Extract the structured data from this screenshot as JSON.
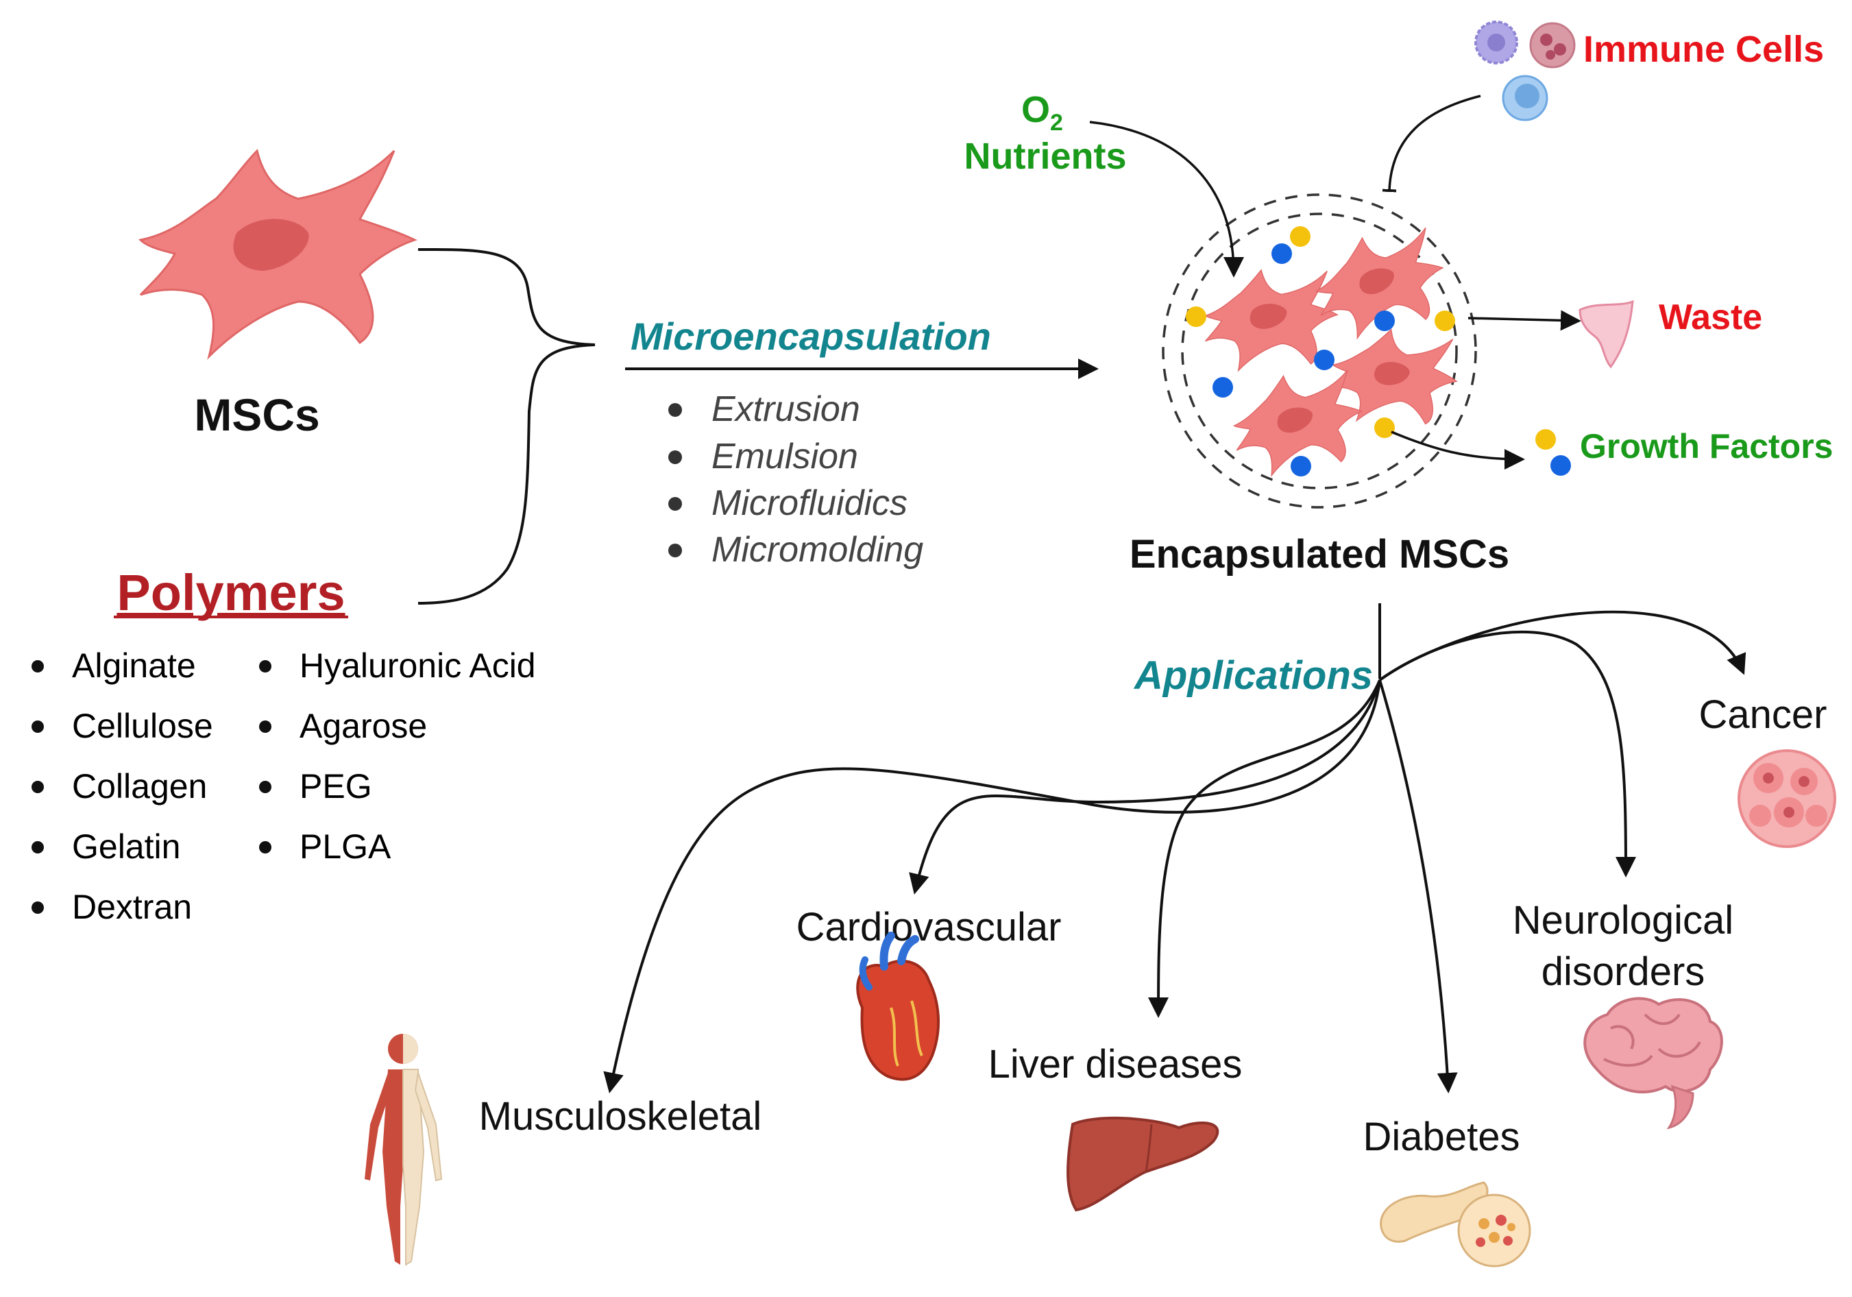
{
  "msc": {
    "title": "MSCs"
  },
  "polymers": {
    "title": "Polymers",
    "left_items": [
      "Alginate",
      "Cellulose",
      "Collagen",
      "Gelatin",
      "Dextran"
    ],
    "right_items": [
      "Hyaluronic Acid",
      "Agarose",
      "PEG",
      "PLGA"
    ]
  },
  "process": {
    "title": "Microencapsulation",
    "methods": [
      "Extrusion",
      "Emulsion",
      "Microfluidics",
      "Micromolding"
    ]
  },
  "capsule": {
    "title": "Encapsulated MSCs",
    "o2": "O",
    "o2_sub": "2",
    "nutrients": "Nutrients",
    "immune_cells": "Immune Cells",
    "waste": "Waste",
    "growth_factors": "Growth Factors"
  },
  "applications": {
    "title": "Applications",
    "cancer": "Cancer",
    "neuro_line1": "Neurological",
    "neuro_line2": "disorders",
    "diabetes": "Diabetes",
    "liver": "Liver diseases",
    "cardio": "Cardiovascular",
    "musculo": "Musculoskeletal"
  },
  "colors": {
    "cell_pink": "#f08080",
    "cell_nucleus": "#d95a5a",
    "teal_heading": "#12858e",
    "green_label": "#1a9a1a",
    "red_label": "#e8141b",
    "polymers_red": "#b21f24",
    "particle_blue": "#1565e0",
    "particle_yellow": "#f4c20d"
  }
}
